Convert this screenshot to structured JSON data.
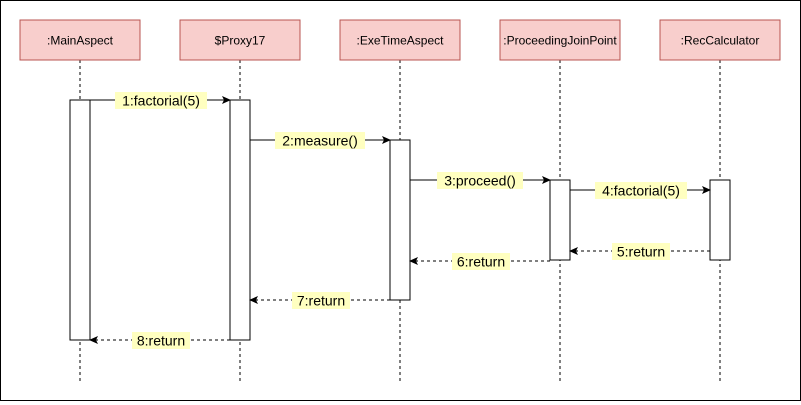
{
  "participants": [
    {
      "label": ":MainAspect"
    },
    {
      "label": "$Proxy17"
    },
    {
      "label": ":ExeTimeAspect"
    },
    {
      "label": ":ProceedingJoinPoint"
    },
    {
      "label": ":RecCalculator"
    }
  ],
  "messages": [
    {
      "label": "1:factorial(5)",
      "kind": "call"
    },
    {
      "label": "2:measure()",
      "kind": "call"
    },
    {
      "label": "3:proceed()",
      "kind": "call"
    },
    {
      "label": "4:factorial(5)",
      "kind": "call"
    },
    {
      "label": "5:return",
      "kind": "return"
    },
    {
      "label": "6:return",
      "kind": "return"
    },
    {
      "label": "7:return",
      "kind": "return"
    },
    {
      "label": "8:return",
      "kind": "return"
    }
  ],
  "colors": {
    "participant_fill": "#f8cecc",
    "participant_stroke": "#b85450",
    "label_highlight": "#ffffc0",
    "line": "#000000"
  }
}
